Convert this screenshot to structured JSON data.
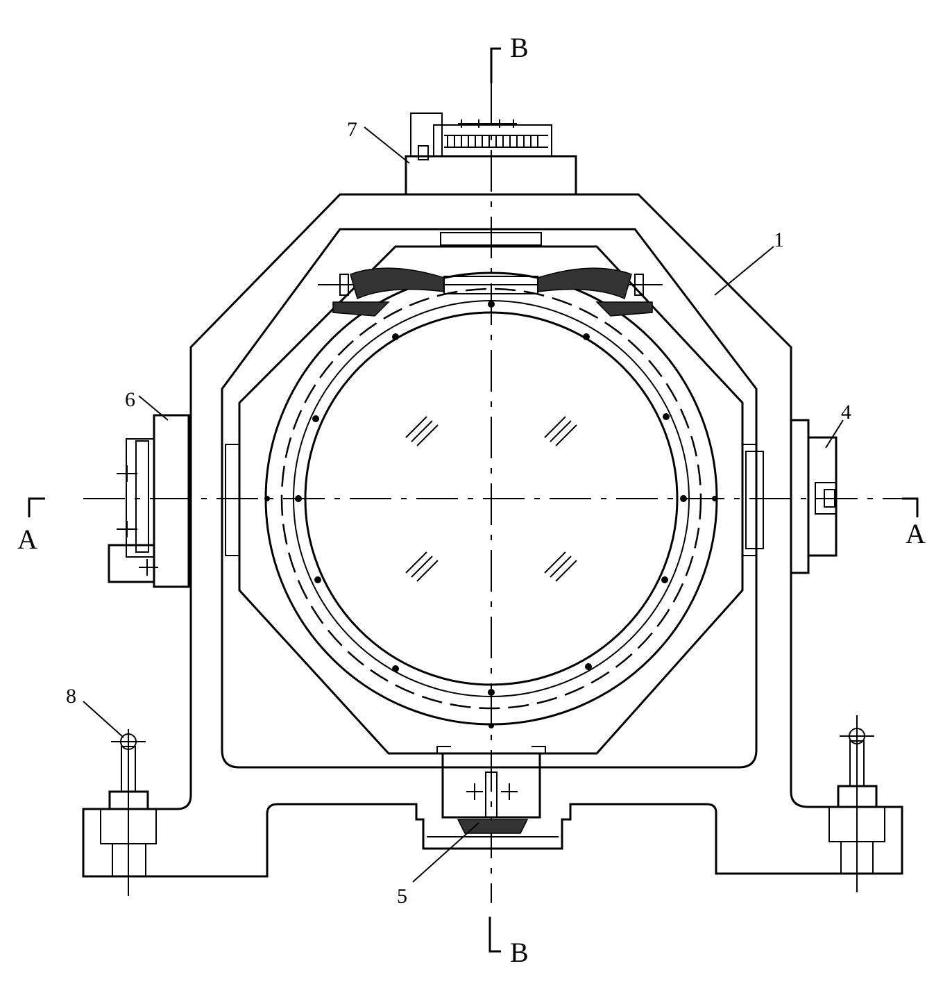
{
  "drawing": {
    "section_marks": {
      "top": "B",
      "bottom": "B",
      "left": "A",
      "right": "A"
    },
    "part_labels": {
      "frame": "1",
      "right_unit": "4",
      "bottom_unit": "5",
      "left_unit": "6",
      "top_unit": "7",
      "leveling_foot": "8"
    },
    "colors": {
      "line": "#000000",
      "background": "#ffffff"
    }
  }
}
